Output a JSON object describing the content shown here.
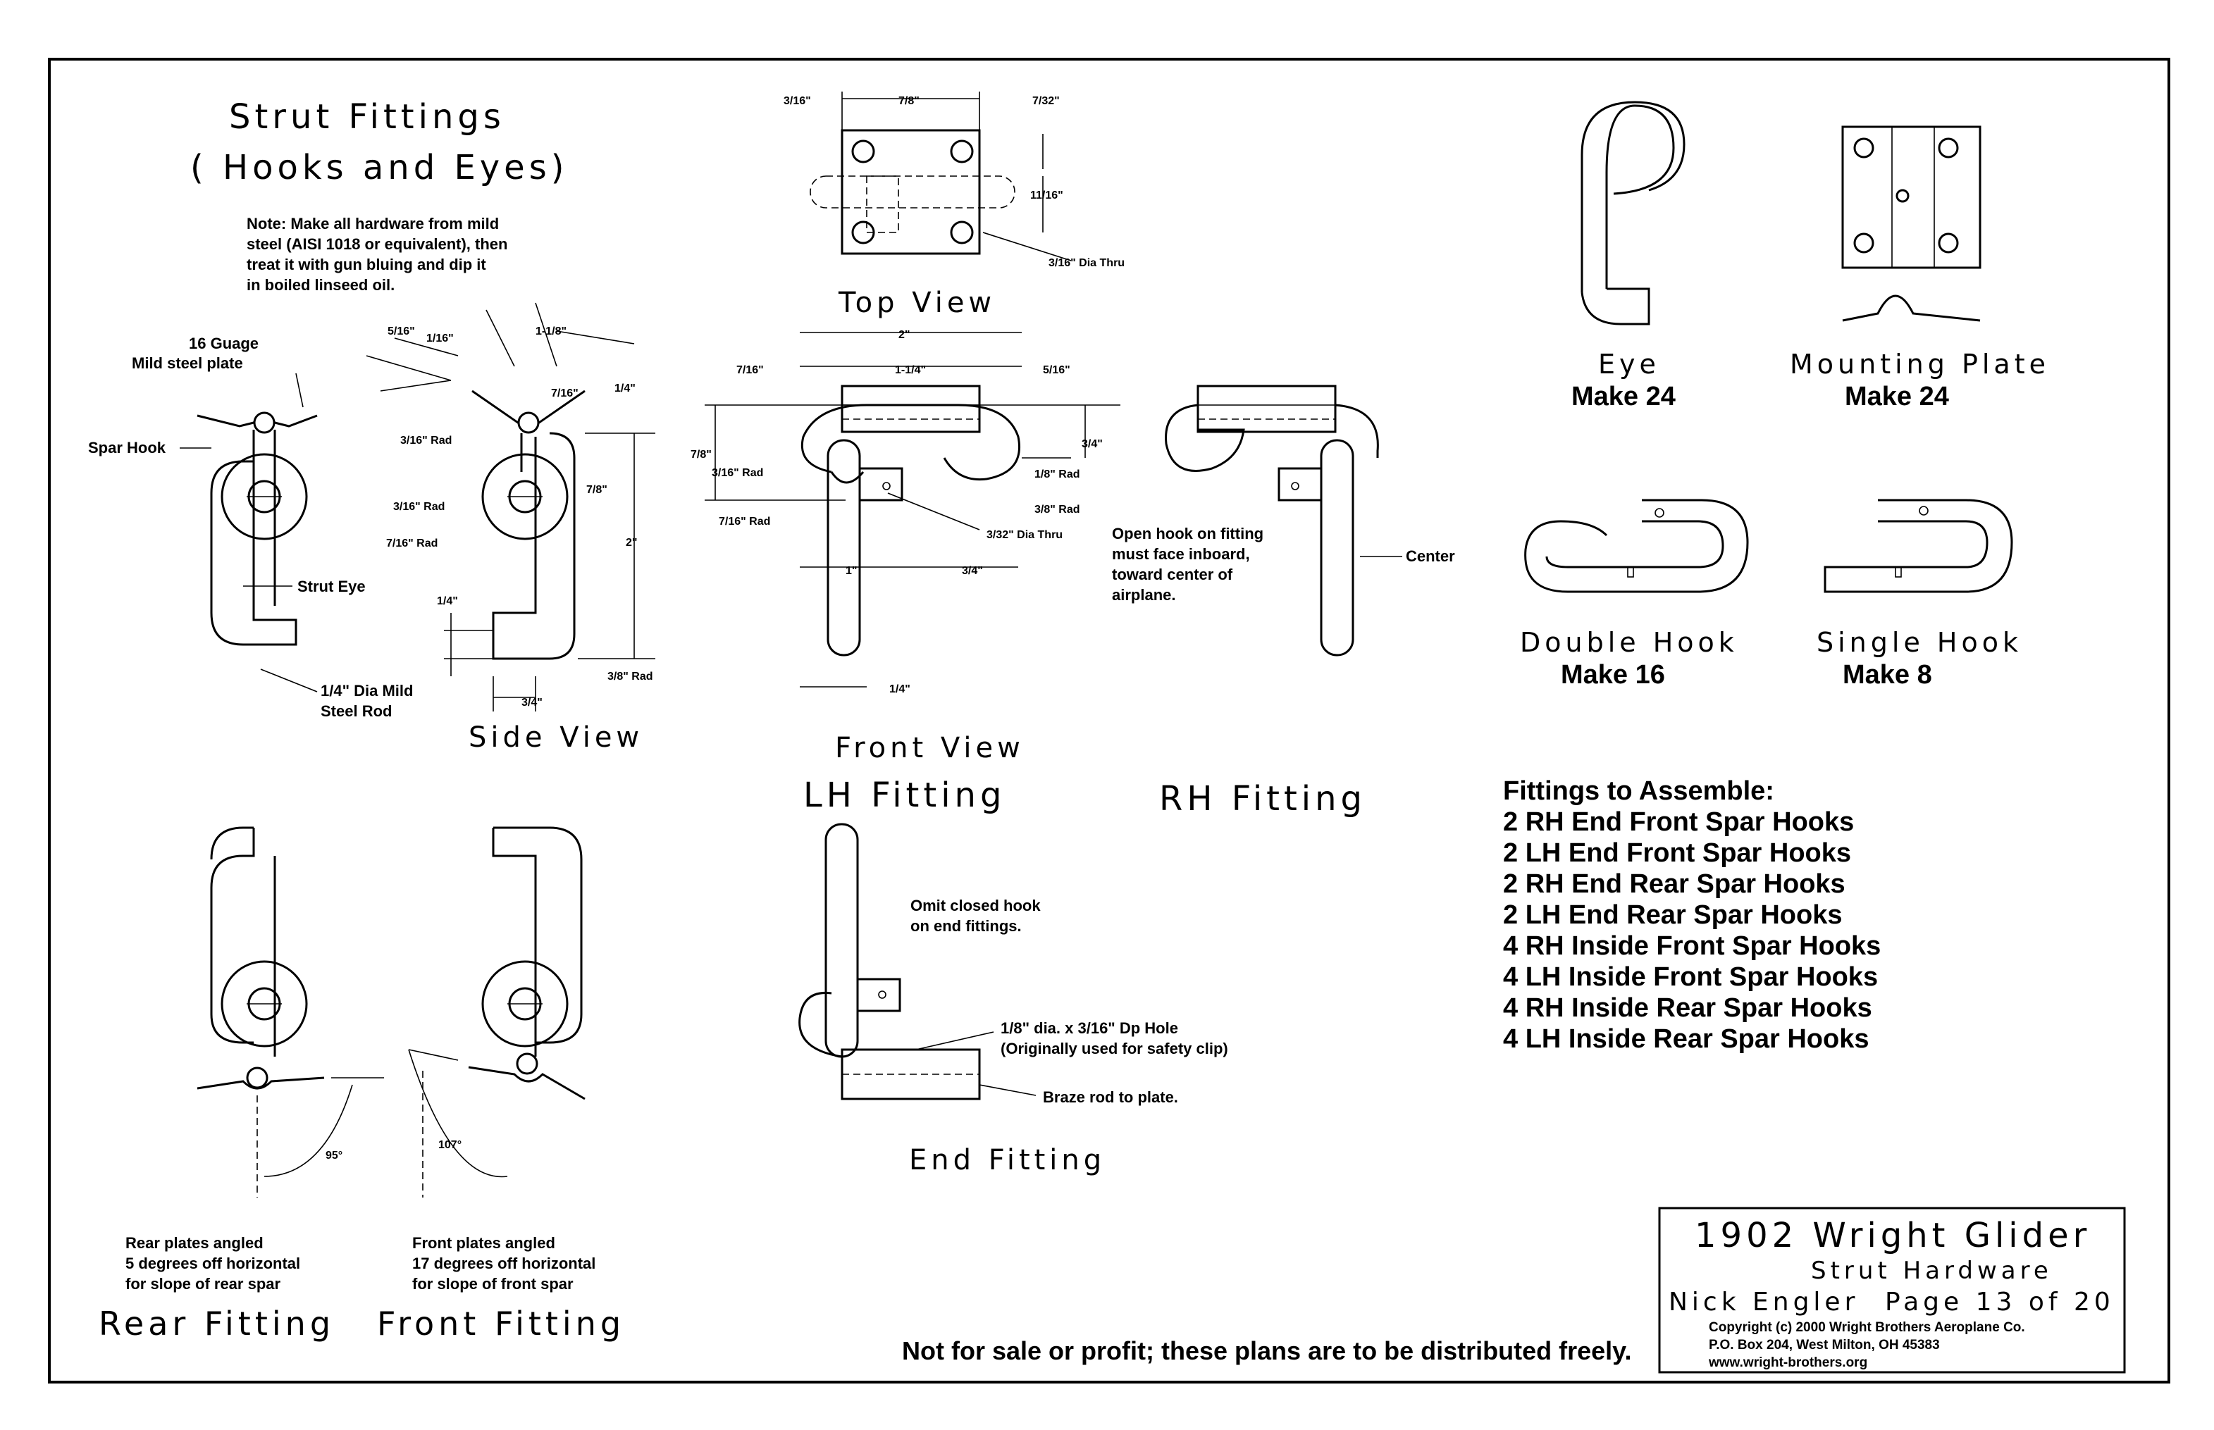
{
  "title_block": {
    "project": "1902 Wright Glider",
    "sheet": "Strut Hardware",
    "author": "Nick Engler",
    "page": "Page 13 of 20",
    "copyright": "Copyright  (c)  2000 Wright Brothers Aeroplane Co.",
    "address": "P.O. Box 204, West Milton, OH  45383",
    "website": "www.wright-brothers.org"
  },
  "heading": {
    "line1": "Strut Fittings",
    "line2": "( Hooks and Eyes)"
  },
  "hardware_note": [
    "Note: Make all hardware  from mild",
    "steel (AISI 1018 or equivalent), then",
    "treat it with gun bluing and dip it",
    "in boiled linseed oil."
  ],
  "labels": {
    "plate": [
      "16 Guage",
      "Mild steel plate"
    ],
    "spar_hook": "Spar Hook",
    "strut_eye": "Strut Eye",
    "rod": [
      "1/4\" Dia Mild",
      "Steel Rod"
    ],
    "side_view": "Side View",
    "top_view": "Top View",
    "front_view": "Front View",
    "lh_fitting": "LH Fitting",
    "rh_fitting": "RH Fitting",
    "open_hook_note": [
      "Open hook on fitting",
      "must face inboard,",
      "toward center of",
      "airplane."
    ],
    "center": "Center",
    "omit_note": [
      "Omit closed hook",
      "on end fittings."
    ],
    "hole_note": [
      "1/8\" dia. x 3/16\" Dp Hole",
      "(Originally used for safety clip)"
    ],
    "braze_note": "Braze rod to plate.",
    "end_fitting": "End Fitting",
    "rear_note": [
      "Rear plates angled",
      "5 degrees off horizontal",
      "for slope of rear spar"
    ],
    "front_note": [
      "Front plates angled",
      "17 degrees off horizontal",
      "for slope of front spar"
    ],
    "rear_fitting": "Rear Fitting",
    "front_fitting": "Front Fitting",
    "angle_rear": "95°",
    "angle_front": "107°",
    "disclaimer": "Not for sale or profit; these plans are to be distributed freely."
  },
  "dimensions": {
    "side": [
      "5/16\"",
      "1/16\"",
      "1-1/8\"",
      "7/16\"",
      "1/4\"",
      "3/16\" Rad",
      "3/16\" Rad",
      "7/16\" Rad",
      "7/8\"",
      "2\"",
      "1/4\"",
      "3/4\"",
      "3/8\" Rad"
    ],
    "top": [
      "3/16\"",
      "7/8\"",
      "7/32\"",
      "11/16\"",
      "3/16\" Dia Thru"
    ],
    "front": [
      "2\"",
      "7/16\"",
      "1-1/4\"",
      "5/16\"",
      "7/8\"",
      "3/4\"",
      "3/16\" Rad",
      "1/8\" Rad",
      "3/8\" Rad",
      "7/16\" Rad",
      "3/32\" Dia Thru",
      "1\"",
      "3/4\"",
      "1/4\""
    ]
  },
  "parts": [
    {
      "name": "Eye",
      "qty": "Make 24"
    },
    {
      "name": "Mounting Plate",
      "qty": "Make 24"
    },
    {
      "name": "Double Hook",
      "qty": "Make 16"
    },
    {
      "name": "Single Hook",
      "qty": "Make 8"
    }
  ],
  "assembly": {
    "heading": "Fittings to Assemble:",
    "items": [
      "2 RH End Front Spar Hooks",
      "2 LH End Front Spar Hooks",
      "2 RH End Rear Spar Hooks",
      "2 LH End Rear Spar Hooks",
      "4 RH Inside Front Spar Hooks",
      "4 LH Inside Front Spar Hooks",
      "4 RH Inside Rear Spar Hooks",
      "4 LH Inside Rear Spar Hooks"
    ]
  }
}
